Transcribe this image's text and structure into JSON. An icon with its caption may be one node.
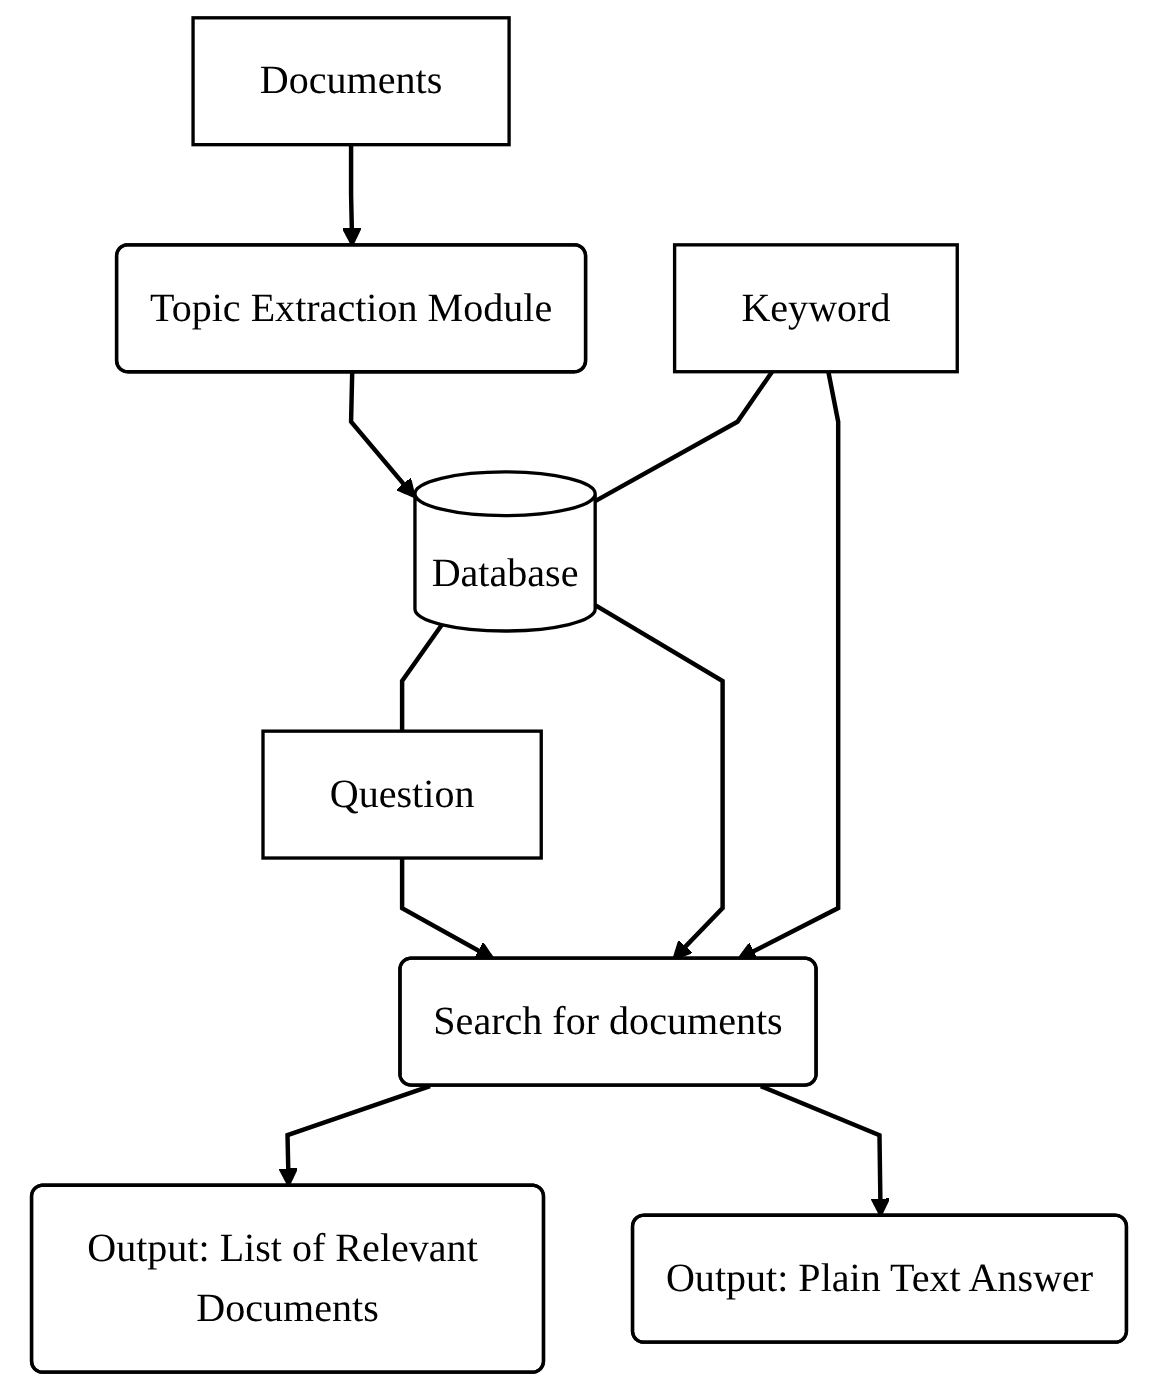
{
  "diagram": {
    "nodes": [
      {
        "text": [
          "Documents"
        ]
      },
      {
        "text": [
          "Topic Extraction Module"
        ]
      },
      {
        "text": [
          "Keyword"
        ]
      },
      {
        "text": [
          "Database"
        ]
      },
      {
        "text": [
          "Question"
        ]
      },
      {
        "text": [
          "Search for documents"
        ]
      },
      {
        "text": [
          "Output: List of Relevant Documents"
        ]
      },
      {
        "text": [
          "Output: Plain Text Answer"
        ]
      }
    ],
    "edges": [
      {
        "from": 0,
        "to": 1,
        "arrow": "to"
      },
      {
        "from": 1,
        "to": 3,
        "arrow": "to"
      },
      {
        "from": 2,
        "to": 3,
        "arrow": "none"
      },
      {
        "from": 3,
        "to": 4,
        "arrow": "none"
      },
      {
        "from": 2,
        "to": 5,
        "arrow": "to"
      },
      {
        "from": 3,
        "to": 5,
        "arrow": "to"
      },
      {
        "from": 4,
        "to": 5,
        "arrow": "to"
      },
      {
        "from": 5,
        "to": 6,
        "arrow": "to"
      },
      {
        "from": 5,
        "to": 7,
        "arrow": "to"
      }
    ]
  }
}
